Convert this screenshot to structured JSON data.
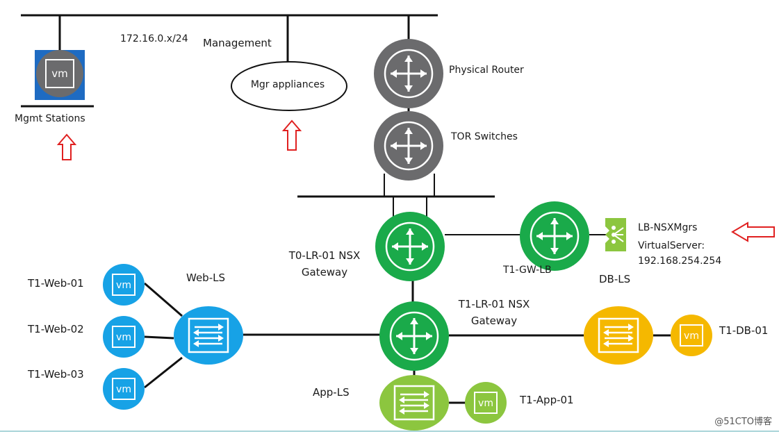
{
  "colors": {
    "line": "#111111",
    "router_gray": "#6b6b6d",
    "router_green": "#1aaa4a",
    "switch_blue": "#17a2e6",
    "switch_yellow": "#f5b800",
    "switch_lightgreen": "#8cc63f",
    "vm_blue": "#17a2e6",
    "vm_yellow": "#f5b800",
    "vm_green": "#8cc63f",
    "mgmt_vm_bg": "#1e6bc2",
    "arrow_red": "#e02020",
    "lb_green": "#8cc63f",
    "baseline": "#a8d4d8"
  },
  "labels": {
    "subnet": "172.16.0.x/24",
    "management": "Management",
    "mgr_appliances": "Mgr appliances",
    "mgmt_stations": "Mgmt Stations",
    "physical_router": "Physical Router",
    "tor_switches": "TOR Switches",
    "t0_gateway_line1": "T0-LR-01 NSX",
    "t0_gateway_line2": "Gateway",
    "t1_gw_lb": "T1-GW-LB",
    "lb_name": "LB-NSXMgrs",
    "lb_vs_label": "VirtualServer:",
    "lb_vs_ip": "192.168.254.254",
    "db_ls": "DB-LS",
    "web_ls": "Web-LS",
    "t1_gateway_line1": "T1-LR-01 NSX",
    "t1_gateway_line2": "Gateway",
    "app_ls": "App-LS",
    "t1_web_01": "T1-Web-01",
    "t1_web_02": "T1-Web-02",
    "t1_web_03": "T1-Web-03",
    "t1_db_01": "T1-DB-01",
    "t1_app_01": "T1-App-01",
    "vm": "vm",
    "watermark": "@51CTO博客"
  }
}
